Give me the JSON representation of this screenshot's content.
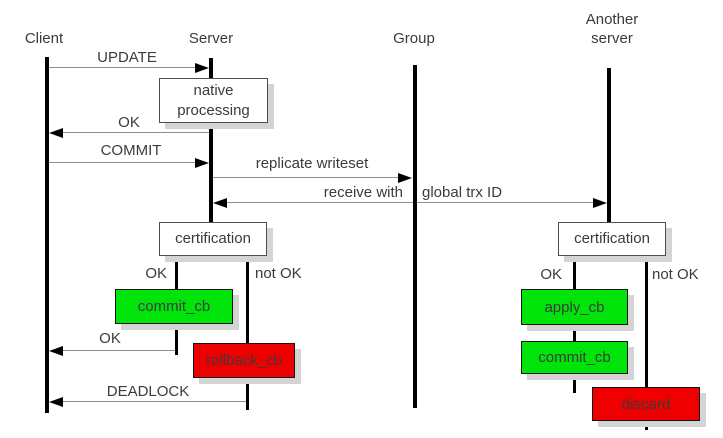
{
  "diagram": {
    "colors": {
      "green": "#00e40a",
      "red": "#ee0000",
      "shadow": "#d4d4d4",
      "arrow": "#8f8f8f",
      "text": "#3b3b3b",
      "line": "#000000"
    },
    "actors": {
      "client": "Client",
      "server": "Server",
      "group": "Group",
      "another_line1": "Another",
      "another_line2": "server"
    },
    "messages": {
      "update": "UPDATE",
      "ok_native": "OK",
      "commit": "COMMIT",
      "replicate_writeset": "replicate writeset",
      "receive_with": "receive with",
      "global_trx_id": "global trx ID",
      "ok_commit": "OK",
      "deadlock": "DEADLOCK"
    },
    "boxes": {
      "native_line1": "native",
      "native_line2": "processing",
      "certification_left": "certification",
      "certification_right": "certification",
      "commit_cb_left": "commit_cb",
      "rollback_cb": "rollback_cb",
      "apply_cb": "apply_cb",
      "commit_cb_right": "commit_cb",
      "discard": "discard"
    },
    "branch_labels": {
      "left_ok": "OK",
      "left_not_ok": "not OK",
      "right_ok": "OK",
      "right_not_ok": "not OK"
    }
  }
}
